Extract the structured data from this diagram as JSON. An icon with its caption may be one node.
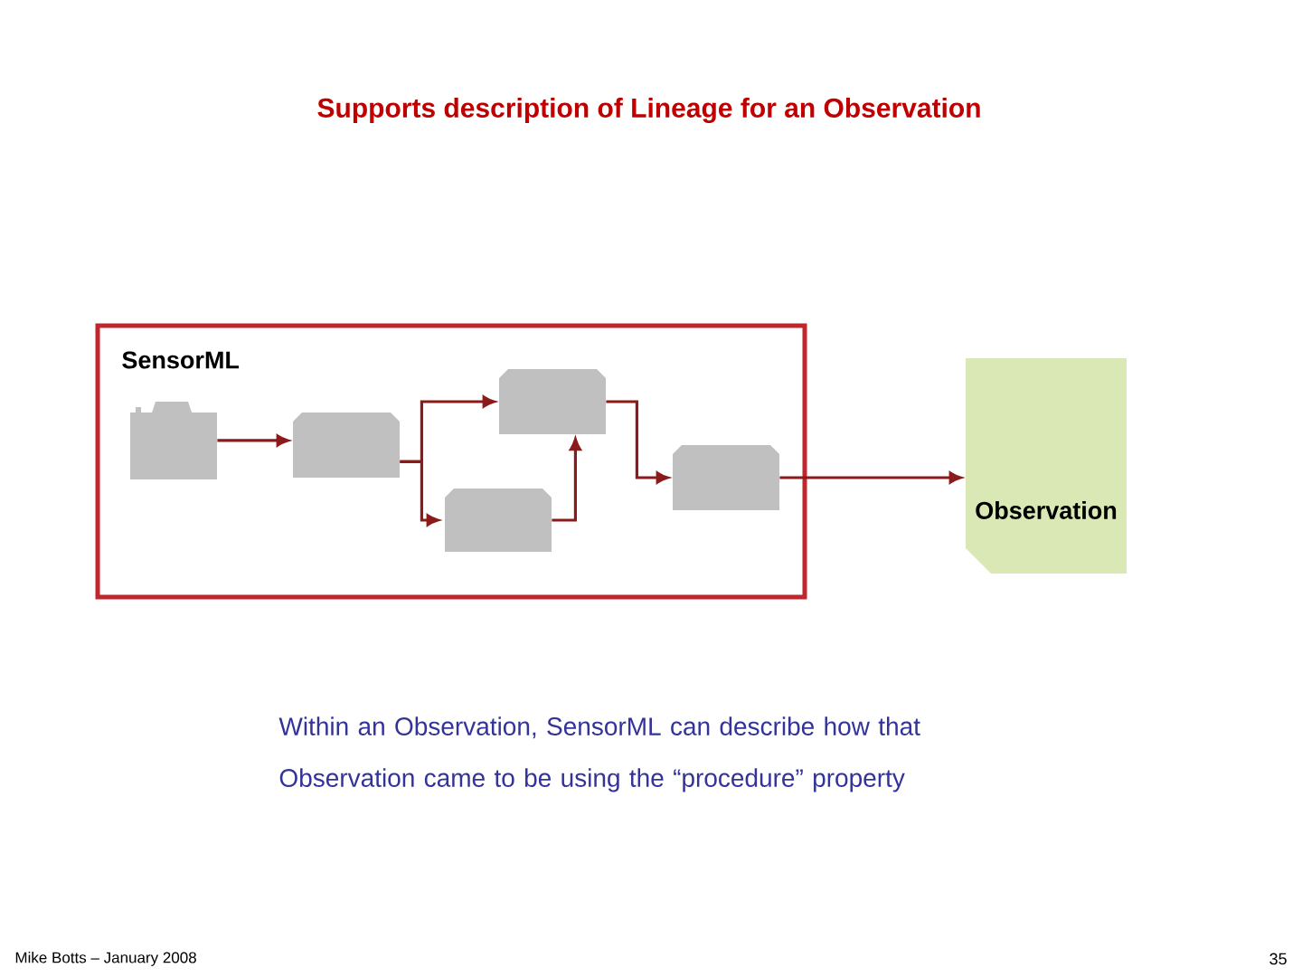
{
  "diagram": {
    "title": "Supports description of Lineage for an Observation",
    "nodes": [
      {
        "text": [
          "SensorML"
        ]
      },
      {
        "text": [],
        "shape": "camera",
        "in": 0
      },
      {
        "text": [],
        "shape": "box",
        "in": 0
      },
      {
        "text": [],
        "shape": "box",
        "in": 0
      },
      {
        "text": [],
        "shape": "box",
        "in": 0
      },
      {
        "text": [],
        "shape": "box",
        "in": 0
      },
      {
        "text": [
          "Observation"
        ]
      }
    ],
    "edges": [
      {
        "from": 1,
        "to": 2,
        "arrow": "to"
      },
      {
        "from": 2,
        "to": 3,
        "arrow": "to"
      },
      {
        "from": 2,
        "to": 4,
        "arrow": "to"
      },
      {
        "from": 4,
        "to": 3,
        "arrow": "to"
      },
      {
        "from": 3,
        "to": 5,
        "arrow": "to"
      },
      {
        "from": 5,
        "to": 6,
        "arrow": "to"
      }
    ],
    "labels": [
      "Within an Observation, SensorML can describe how that Observation came to be using the “procedure” property",
      "Mike Botts – January 2008",
      "35"
    ]
  }
}
